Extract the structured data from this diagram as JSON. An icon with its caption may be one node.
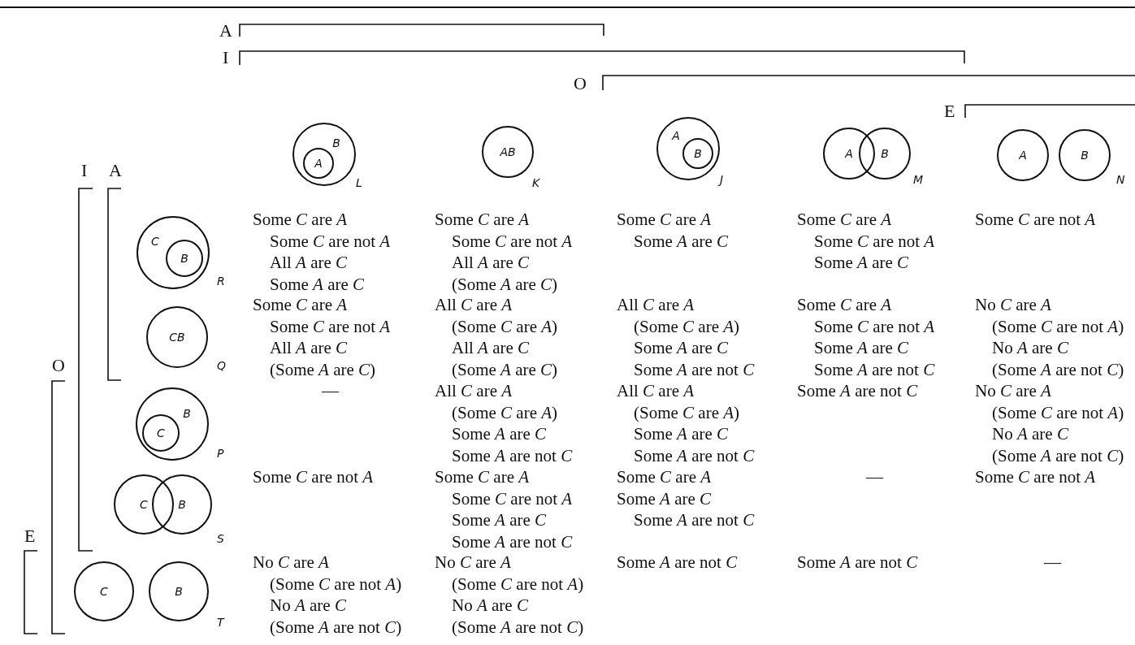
{
  "diagram": {
    "nodes": [
      {
        "text": [
          "B"
        ]
      },
      {
        "text": [
          "A"
        ],
        "in": 0
      },
      {
        "text": [
          "AB"
        ]
      },
      {
        "text": [
          "A"
        ]
      },
      {
        "text": [
          "B"
        ],
        "in": 3
      },
      {
        "text": [
          "A"
        ]
      },
      {
        "text": [
          "B"
        ]
      },
      {
        "text": [
          "A"
        ]
      },
      {
        "text": [
          "B"
        ]
      },
      {
        "text": [
          "C"
        ]
      },
      {
        "text": [
          "B"
        ],
        "in": 9
      },
      {
        "text": [
          "CB"
        ]
      },
      {
        "text": [
          "B"
        ]
      },
      {
        "text": [
          "C"
        ],
        "in": 12
      },
      {
        "text": [
          "C"
        ]
      },
      {
        "text": [
          "B"
        ]
      },
      {
        "text": [
          "C"
        ]
      },
      {
        "text": [
          "B"
        ]
      }
    ],
    "labels": [
      "A",
      "I",
      "O",
      "E",
      "I",
      "A",
      "O",
      "E",
      "L",
      "K",
      "J",
      "M",
      "N",
      "R",
      "Q",
      "P",
      "S",
      "T",
      "Some *C* are *A*",
      "Some *C* are not *A*",
      "All *A* are *C*",
      "Some *A* are *C*",
      "Some *C* are *A*",
      "Some *C* are not *A*",
      "All *A* are *C*",
      "(Some *A* are *C*)",
      "Some *C* are *A*",
      "Some *A* are *C*",
      "Some *C* are *A*",
      "Some *C* are not *A*",
      "Some *A* are *C*",
      "Some *C* are not *A*",
      "Some *C* are *A*",
      "Some *C* are not *A*",
      "All *A* are *C*",
      "(Some *A* are *C*)",
      "All *C* are *A*",
      "(Some *C* are *A*)",
      "All *A* are *C*",
      "(Some *A* are *C*)",
      "All *C* are *A*",
      "(Some *C* are *A*)",
      "Some *A* are *C*",
      "Some *A* are not *C*",
      "Some *C* are *A*",
      "Some *C* are not *A*",
      "Some *A* are *C*",
      "Some *A* are not *C*",
      "No *C* are *A*",
      "(Some *C* are not *A*)",
      "No *A* are *C*",
      "(Some *A* are not *C*)",
      "—",
      "All *C* are *A*",
      "(Some *C* are *A*)",
      "Some *A* are *C*",
      "Some *A* are not *C*",
      "All *C* are *A*",
      "(Some *C* are *A*)",
      "Some *A* are *C*",
      "Some *A* are not *C*",
      "Some *A* are not *C*",
      "No *C* are *A*",
      "(Some *C* are not *A*)",
      "No *A* are *C*",
      "(Some *A* are not *C*)",
      "Some *C* are not *A*",
      "Some *C* are *A*",
      "Some *C* are not *A*",
      "Some *A* are *C*",
      "Some *A* are not *C*",
      "Some *C* are *A*",
      "Some *A* are *C*",
      "Some *A* are not *C*",
      "—",
      "Some *C* are not *A*",
      "No *C* are *A*",
      "(Some *C* are not *A*)",
      "No *A* are *C*",
      "(Some *A* are not *C*)",
      "No *C* are *A*",
      "(Some *C* are not *A*)",
      "No *A* are *C*",
      "(Some *A* are not *C*)",
      "Some *A* are not *C*",
      "Some *A* are not *C*",
      "—"
    ]
  }
}
